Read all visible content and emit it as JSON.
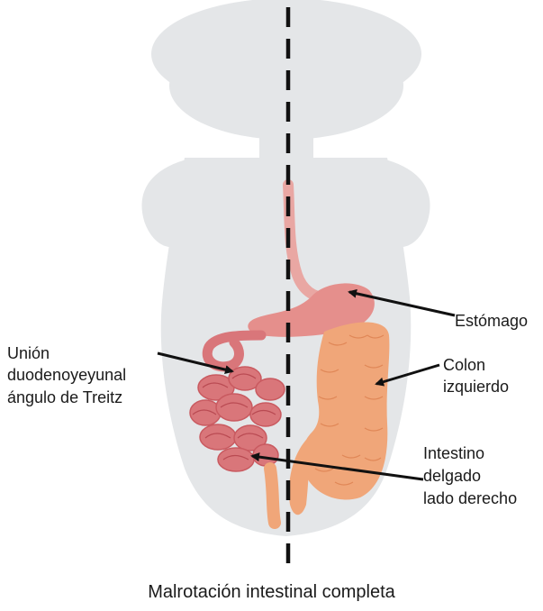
{
  "labels": {
    "stomach": "Estómago",
    "colon_line1": "Colon",
    "colon_line2": "izquierdo",
    "junction_line1": "Unión",
    "junction_line2": "duodenoyeyunal",
    "junction_line3": "ángulo de Treitz",
    "intestine_line1": "Intestino",
    "intestine_line2": "delgado",
    "intestine_line3": "lado derecho"
  },
  "caption": "Malrotación intestinal completa",
  "colors": {
    "silhouette": "#e4e6e8",
    "esophagus": "#e9a7a3",
    "stomach": "#e58f8c",
    "small_intestine": "#d9767a",
    "colon": "#f0a679",
    "midline": "#111111",
    "arrow": "#111111"
  }
}
